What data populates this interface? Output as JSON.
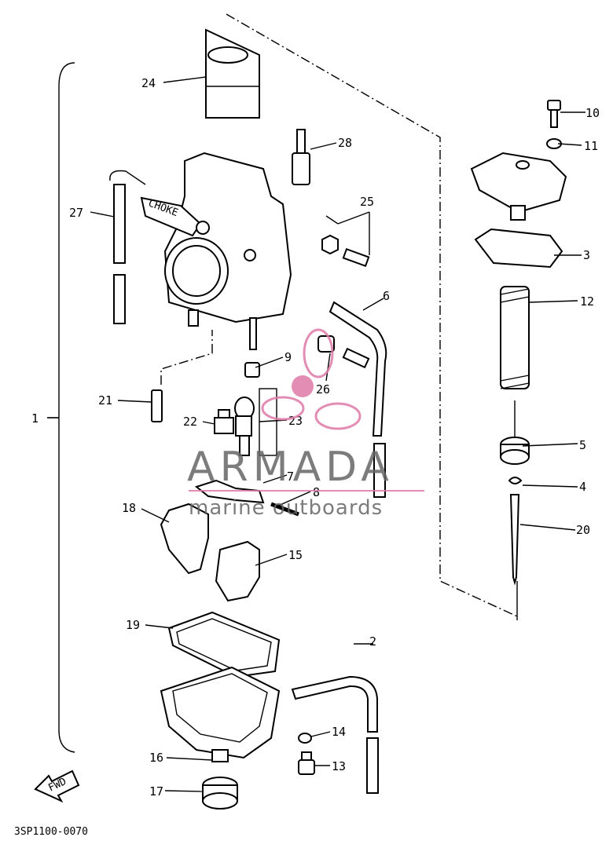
{
  "diagram": {
    "labels": [
      {
        "id": "1",
        "text": "1"
      },
      {
        "id": "2",
        "text": "2"
      },
      {
        "id": "3",
        "text": "3"
      },
      {
        "id": "4",
        "text": "4"
      },
      {
        "id": "5",
        "text": "5"
      },
      {
        "id": "6",
        "text": "6"
      },
      {
        "id": "7",
        "text": "7"
      },
      {
        "id": "8",
        "text": "8"
      },
      {
        "id": "9",
        "text": "9"
      },
      {
        "id": "10",
        "text": "10"
      },
      {
        "id": "11",
        "text": "11"
      },
      {
        "id": "12",
        "text": "12"
      },
      {
        "id": "13",
        "text": "13"
      },
      {
        "id": "14",
        "text": "14"
      },
      {
        "id": "15",
        "text": "15"
      },
      {
        "id": "16",
        "text": "16"
      },
      {
        "id": "17",
        "text": "17"
      },
      {
        "id": "18",
        "text": "18"
      },
      {
        "id": "19",
        "text": "19"
      },
      {
        "id": "20",
        "text": "20"
      },
      {
        "id": "21",
        "text": "21"
      },
      {
        "id": "22",
        "text": "22"
      },
      {
        "id": "23",
        "text": "23"
      },
      {
        "id": "24",
        "text": "24"
      },
      {
        "id": "25",
        "text": "25"
      },
      {
        "id": "26",
        "text": "26"
      },
      {
        "id": "27",
        "text": "27"
      },
      {
        "id": "28",
        "text": "28"
      }
    ],
    "fwd_label": "FWD",
    "choke_label": "CHOKE",
    "diagram_code": "3SP1100-0070"
  },
  "watermark": {
    "brand": "ARMADA",
    "tagline": "marine outboards",
    "color": "#666666",
    "accent": "#e07aa8"
  }
}
